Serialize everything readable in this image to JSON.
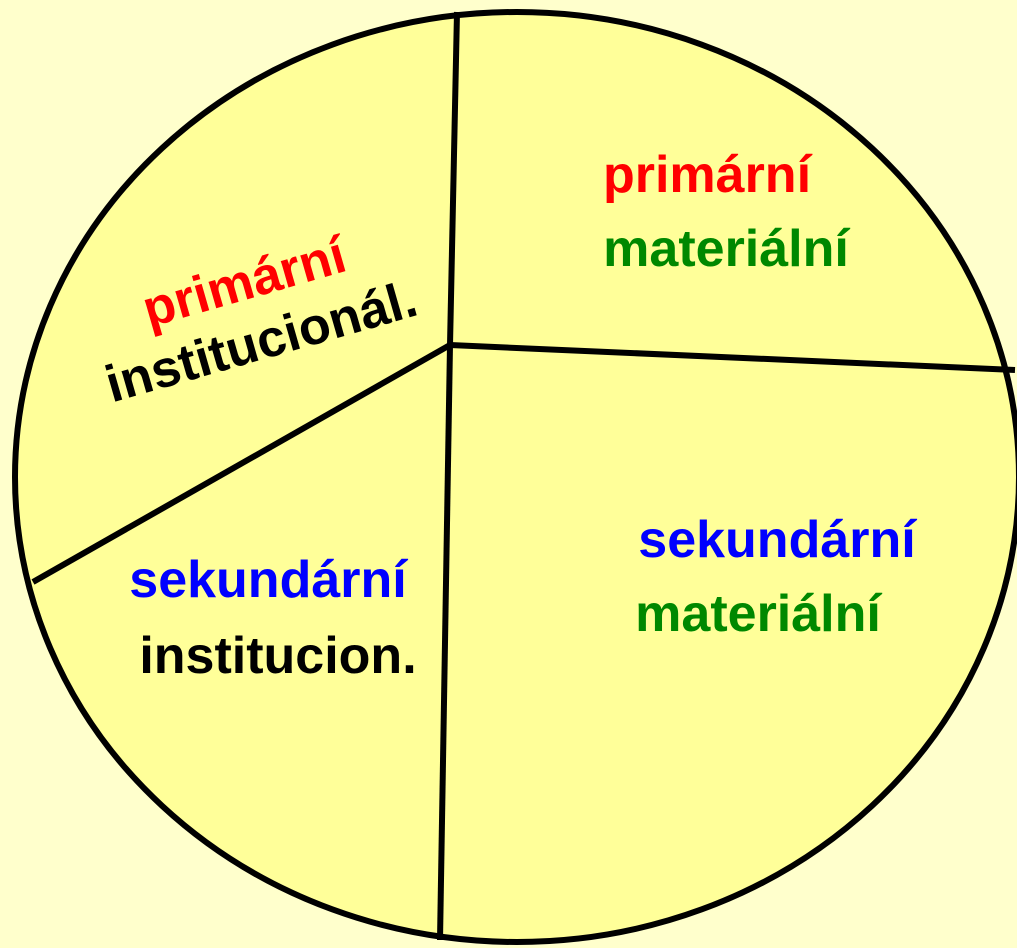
{
  "diagram": {
    "colors": {
      "background": "#FFFFCC",
      "circle_fill": "#FFFF99",
      "outline": "#000000",
      "red": "#FF0000",
      "green": "#008800",
      "blue": "#0000FF",
      "black": "#000000"
    },
    "segments": {
      "top_left": {
        "line1": "primární",
        "line2": "institucionál."
      },
      "top_right": {
        "line1": "primární",
        "line2": "materiální"
      },
      "bottom_left": {
        "line1": "sekundární",
        "line2": "institucion."
      },
      "bottom_right": {
        "line1": "sekundární",
        "line2": "materiální"
      }
    }
  }
}
